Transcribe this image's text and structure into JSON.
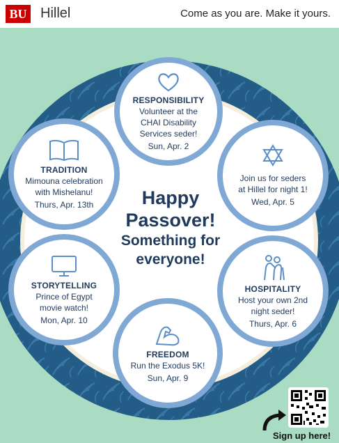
{
  "header": {
    "logo": "BU",
    "org": "Hillel",
    "tagline": "Come as you are. Make it yours."
  },
  "center": {
    "line1": "Happy",
    "line2": "Passover!",
    "line3": "Something for",
    "line4": "everyone!"
  },
  "events": [
    {
      "icon": "heart-icon",
      "title": "RESPONSIBILITY",
      "lines": [
        "Volunteer at the",
        "CHAI Disability",
        "Services seder!"
      ],
      "date": "Sun, Apr. 2"
    },
    {
      "icon": "star-of-david-icon",
      "title": "",
      "lines": [
        "Join us for seders",
        "at Hillel for night 1!"
      ],
      "date": "Wed, Apr. 5"
    },
    {
      "icon": "elder-care-icon",
      "title": "HOSPITALITY",
      "lines": [
        "Host your own 2nd",
        "night seder!"
      ],
      "date": "Thurs, Apr. 6"
    },
    {
      "icon": "flexed-arm-icon",
      "title": "FREEDOM",
      "lines": [
        "Run the Exodus 5K!"
      ],
      "date": "Sun, Apr. 9"
    },
    {
      "icon": "tv-icon",
      "title": "STORYTELLING",
      "lines": [
        "Prince of Egypt",
        "movie watch!"
      ],
      "date": "Mon, Apr. 10"
    },
    {
      "icon": "open-book-icon",
      "title": "TRADITION",
      "lines": [
        "Mimouna celebration",
        "with Mishelanu!"
      ],
      "date": "Thurs, Apr. 13th"
    }
  ],
  "signup": {
    "label": "Sign up here!",
    "qr_icon": "qr-code-icon",
    "arrow_icon": "curved-arrow-icon"
  },
  "colors": {
    "background": "#a9dcc3",
    "plate_rim": "#235c86",
    "circle_border": "#7fa8d4",
    "text": "#1f3a5c",
    "logo_red": "#cc0000"
  }
}
